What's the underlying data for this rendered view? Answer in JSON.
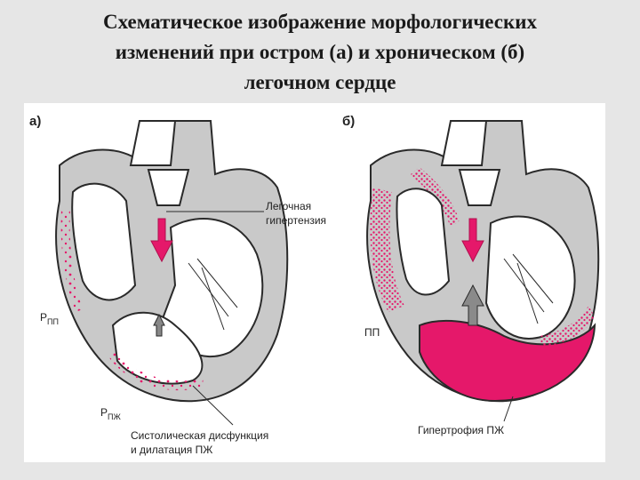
{
  "slide": {
    "title_line1": "Схематическое изображение морфологических",
    "title_line2": "изменений при остром (а) и хроническом (б)",
    "title_line3": "легочном сердце"
  },
  "diagram": {
    "colors": {
      "muscle": "#c9c9c9",
      "outline": "#2a2a2a",
      "highlight": "#e5186a",
      "background": "#ffffff"
    },
    "panel_a": {
      "label": "а)",
      "pulmonary_hypertension_line1": "Легочная",
      "pulmonary_hypertension_line2": "гипертензия",
      "right_atrium_main": "Р",
      "right_atrium_sub": "ПП",
      "right_ventricle_main": "Р",
      "right_ventricle_sub": "ПЖ",
      "dysfunction_line1": "Систолическая дисфункция",
      "dysfunction_line2": "и дилатация ПЖ"
    },
    "panel_b": {
      "label": "б)",
      "right_atrium": "ПП",
      "hypertrophy": "Гипертрофия ПЖ"
    }
  }
}
